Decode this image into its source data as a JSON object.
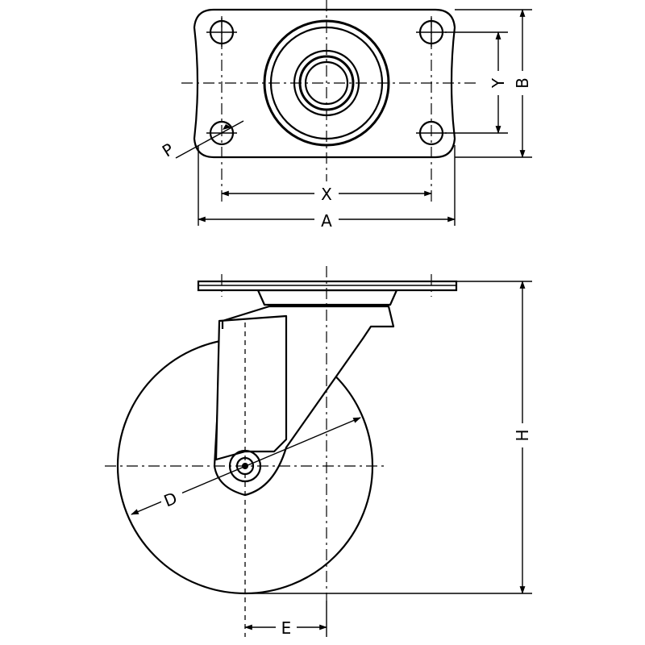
{
  "labels": {
    "A": "A",
    "B": "B",
    "X": "X",
    "Y": "Y",
    "P": "P",
    "H": "H",
    "E": "E",
    "D": "D"
  }
}
